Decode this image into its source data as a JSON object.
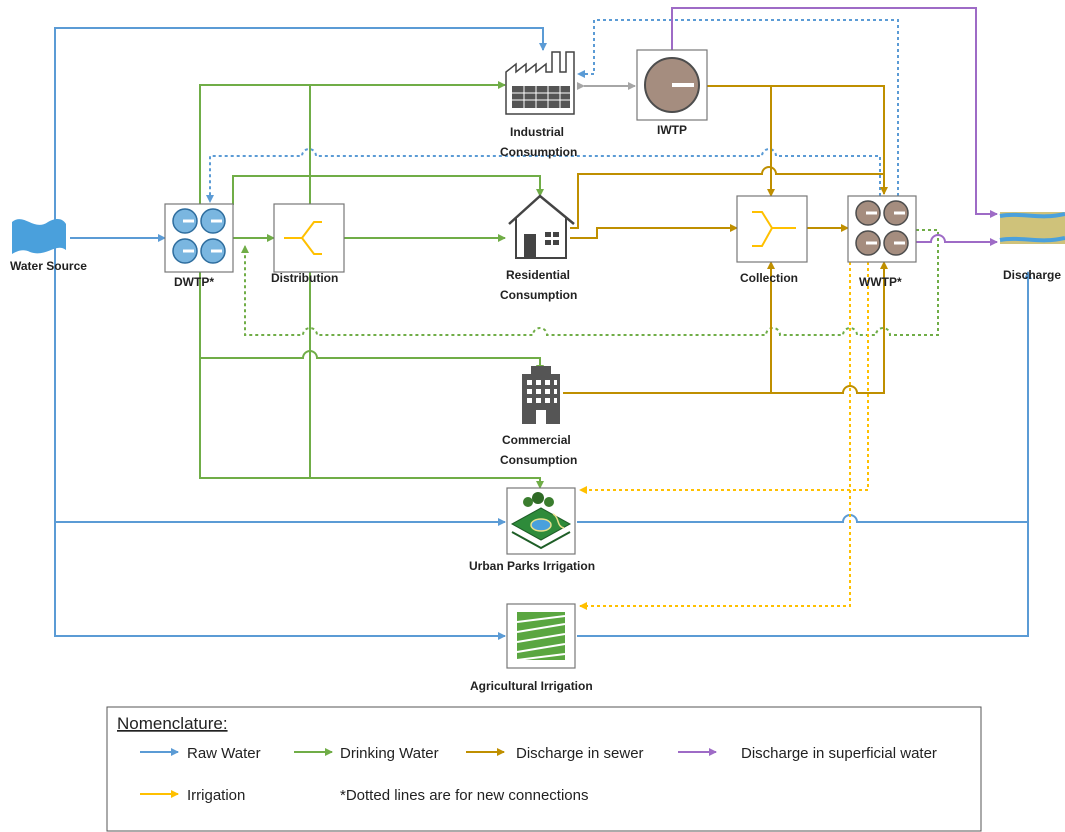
{
  "nodes": {
    "water_source": "Water Source",
    "dwtp": "DWTP*",
    "distribution": "Distribution",
    "industrial_1": "Industrial",
    "industrial_2": "Consumption",
    "iwtp": "IWTP",
    "residential_1": "Residential",
    "residential_2": "Consumption",
    "collection": "Collection",
    "wwtp": "WWTP*",
    "discharge": "Discharge",
    "commercial_1": "Commercial",
    "commercial_2": "Consumption",
    "urban_parks": "Urban Parks Irrigation",
    "agricultural": "Agricultural Irrigation"
  },
  "legend": {
    "title": "Nomenclature:",
    "raw_water": "Raw Water",
    "drinking_water": "Drinking Water",
    "discharge_sewer": "Discharge in sewer",
    "discharge_superficial": "Discharge in superficial water",
    "irrigation": "Irrigation",
    "note": "*Dotted lines are for new connections"
  },
  "colors": {
    "raw_water": "#5b9bd5",
    "drinking_water": "#70ad47",
    "discharge_sewer": "#bf8f00",
    "discharge_superficial": "#9e6bc6",
    "irrigation": "#ffc000",
    "gray_link": "#a6a6a6"
  }
}
